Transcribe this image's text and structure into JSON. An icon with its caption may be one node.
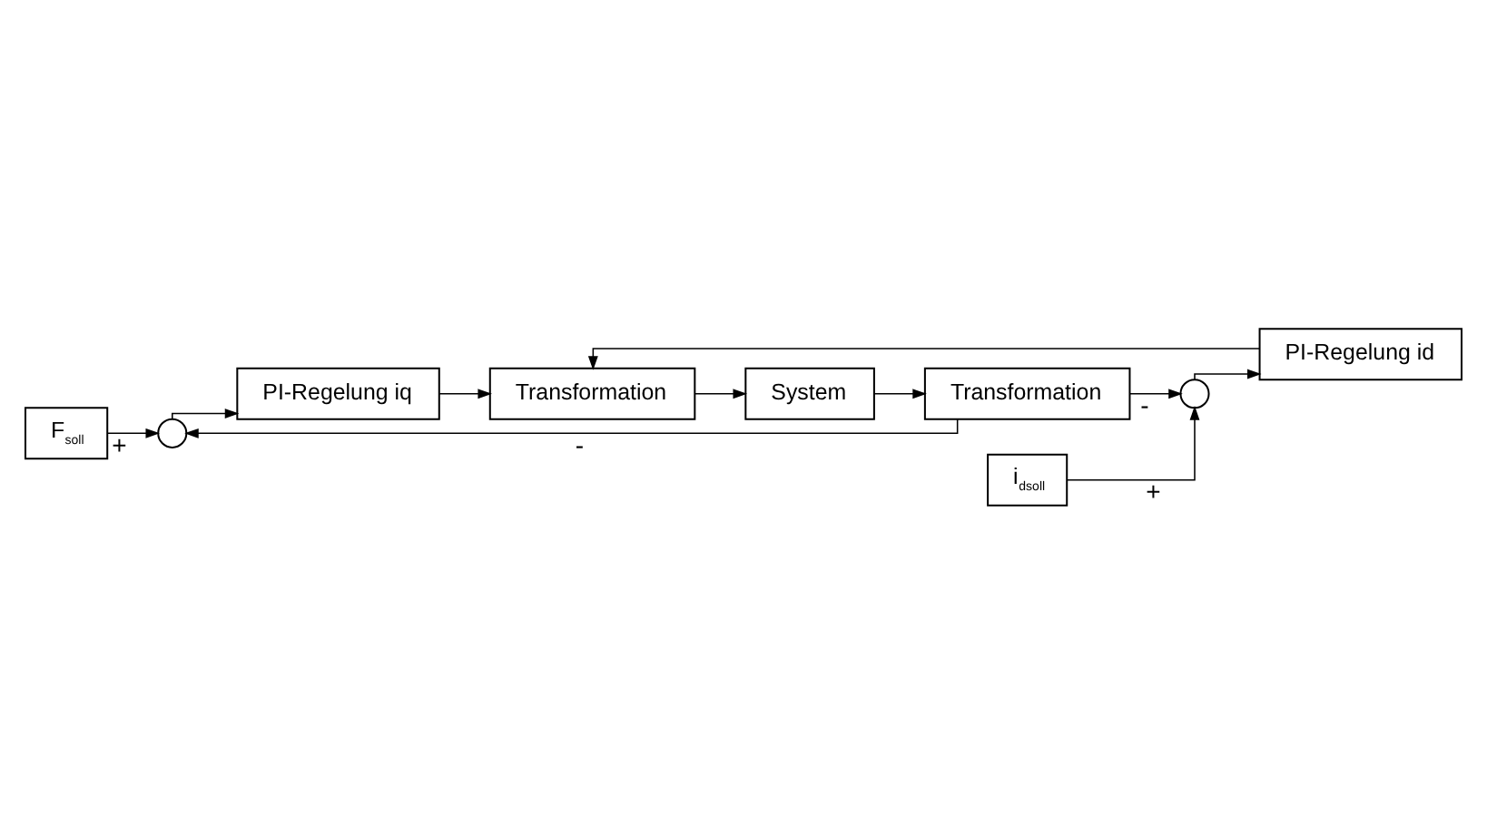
{
  "diagram": {
    "nodes": [
      {
        "text": [
          "F$_{soll}$"
        ]
      },
      {
        "text": [
          "i$_{dsoll}$"
        ]
      },
      {
        "text": [],
        "shape": "circle"
      },
      {
        "text": [],
        "shape": "circle"
      },
      {
        "text": [
          "PI-Regelung iq"
        ]
      },
      {
        "text": [
          "PI-Regelung id"
        ]
      },
      {
        "text": [
          "Transformation"
        ]
      },
      {
        "text": [
          "System"
        ]
      },
      {
        "text": [
          "Transformation"
        ]
      }
    ],
    "edges": [
      {
        "from": 0,
        "to": 2,
        "arrow": "to",
        "label": "+"
      },
      {
        "from": 2,
        "to": 4,
        "arrow": "to"
      },
      {
        "from": 4,
        "to": 6,
        "arrow": "to"
      },
      {
        "from": 1,
        "to": 3,
        "arrow": "to",
        "label": "+"
      },
      {
        "from": 3,
        "to": 5,
        "arrow": "to"
      },
      {
        "from": 5,
        "to": 6,
        "arrow": "to"
      },
      {
        "from": 6,
        "to": 7,
        "arrow": "to"
      },
      {
        "from": 7,
        "to": 8,
        "arrow": "to"
      },
      {
        "from": 8,
        "to": 3,
        "arrow": "to",
        "label": "-"
      },
      {
        "from": 8,
        "to": 2,
        "arrow": "to",
        "label": "-"
      }
    ]
  }
}
